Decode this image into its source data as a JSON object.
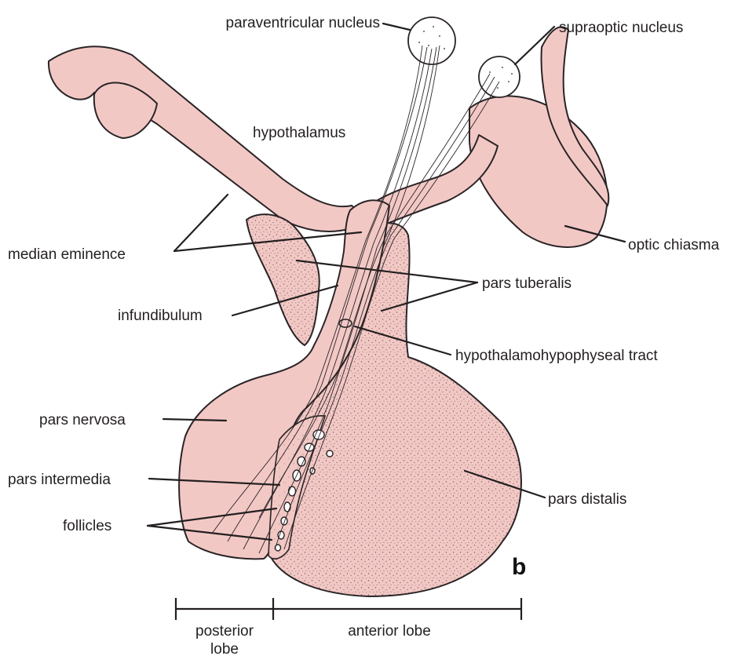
{
  "figure": {
    "panel_letter": "b",
    "labels": {
      "paraventricular_nucleus": "paraventricular nucleus",
      "supraoptic_nucleus": "supraoptic nucleus",
      "hypothalamus": "hypothalamus",
      "median_eminence": "median eminence",
      "optic_chiasma": "optic chiasma",
      "pars_tuberalis": "pars tuberalis",
      "infundibulum": "infundibulum",
      "hypothalamohypophyseal_tract": "hypothalamohypophyseal tract",
      "pars_nervosa": "pars nervosa",
      "pars_intermedia": "pars intermedia",
      "pars_distalis": "pars distalis",
      "follicles": "follicles",
      "posterior_lobe_line1": "posterior",
      "posterior_lobe_line2": "lobe",
      "anterior_lobe": "anterior lobe"
    },
    "colors": {
      "tissue": "#f2c8c5",
      "outline": "#2a2426",
      "text": "#231f20"
    }
  }
}
